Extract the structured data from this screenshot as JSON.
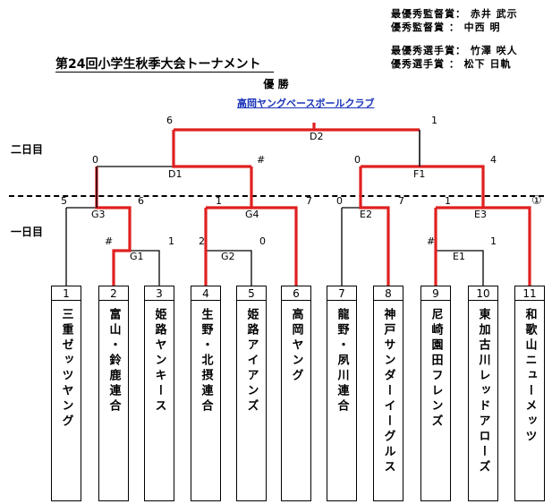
{
  "awards": {
    "best_manager": "最優秀監督賞：  赤井  武示",
    "excellent_manager": "優秀監督賞    ：  中西  明",
    "best_player": "最優秀選手賞：  竹澤  咲人",
    "excellent_player": "優秀選手賞    ：  松下  日軌"
  },
  "title": "第24回小学生秋季大会トーナメント",
  "champion_label": "優  勝",
  "champion_name": "高岡ヤングベースボールクラブ",
  "days": {
    "day2": "二日目",
    "day1": "一日目"
  },
  "marker": "①",
  "games": {
    "D2": {
      "label": "D2",
      "left_score": "6",
      "right_score": "1"
    },
    "D1": {
      "label": "D1",
      "left_score": "0",
      "right_score": "#"
    },
    "F1": {
      "label": "F1",
      "left_score": "0",
      "right_score": "4"
    },
    "G3": {
      "label": "G3",
      "left_score": "5",
      "right_score": "6"
    },
    "G4": {
      "label": "G4",
      "left_score": "1",
      "right_score": "7"
    },
    "E2": {
      "label": "E2",
      "left_score": "0",
      "right_score": "7"
    },
    "E3": {
      "label": "E3",
      "left_score": "1",
      "right_score": "①"
    },
    "G1": {
      "label": "G1",
      "left_score": "#",
      "right_score": "1"
    },
    "G2": {
      "label": "G2",
      "left_score": "2",
      "right_score": "0"
    },
    "E1": {
      "label": "E1",
      "left_score": "#",
      "right_score": "1"
    }
  },
  "teams": [
    {
      "num": "1",
      "name": "三重ゼッツヤング"
    },
    {
      "num": "2",
      "name": "富山・鈴鹿連合"
    },
    {
      "num": "3",
      "name": "姫路ヤンキース"
    },
    {
      "num": "4",
      "name": "生野・北摂連合"
    },
    {
      "num": "5",
      "name": "姫路アイアンズ"
    },
    {
      "num": "6",
      "name": "高岡ヤング"
    },
    {
      "num": "7",
      "name": "龍野・夙川連合"
    },
    {
      "num": "8",
      "name": "神戸サンダーイーグルス"
    },
    {
      "num": "9",
      "name": "尼崎園田フレンズ"
    },
    {
      "num": "10",
      "name": "東加古川レッドアローズ"
    },
    {
      "num": "11",
      "name": "和歌山ニューメッツ"
    }
  ],
  "colors": {
    "winner_line": "#e02020",
    "line": "#000000",
    "champion_text": "#1a33b8"
  }
}
